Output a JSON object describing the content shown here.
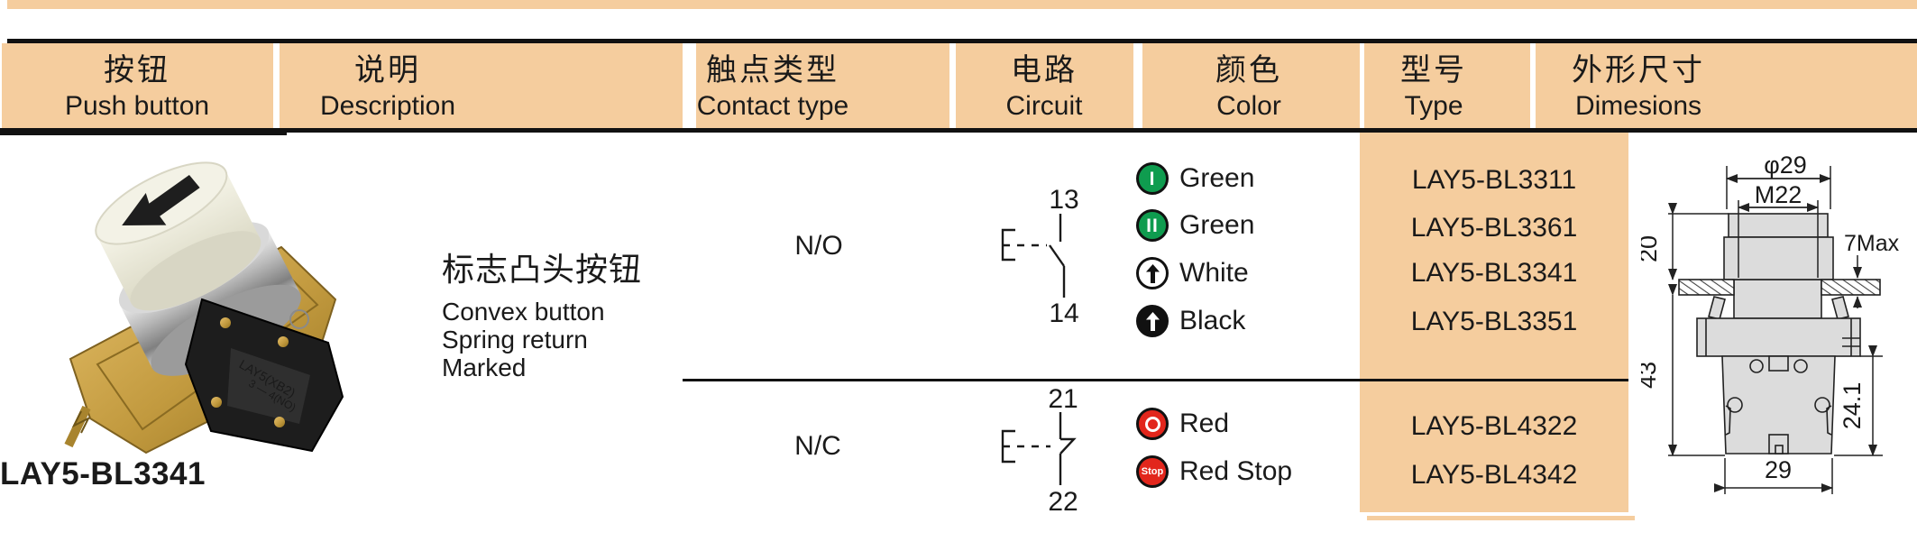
{
  "palette": {
    "header_bg": "#F5CD9E",
    "line": "#111111",
    "green": "#0F9C4F",
    "red": "#E2261C",
    "icon_black": "#111111",
    "icon_white": "#FFFFFF",
    "drawing_gray": "#DCDCDC"
  },
  "header": {
    "columns": [
      {
        "zh": "按钮",
        "en": "Push button"
      },
      {
        "zh": "说明",
        "en": "Description"
      },
      {
        "zh": "触点类型",
        "en": "Contact type"
      },
      {
        "zh": "电路",
        "en": "Circuit"
      },
      {
        "zh": "颜色",
        "en": "Color"
      },
      {
        "zh": "型号",
        "en": "Type"
      },
      {
        "zh": "外形尺寸",
        "en": "Dimesions"
      }
    ]
  },
  "product": {
    "model": "LAY5-BL3341",
    "description_zh": "标志凸头按钮",
    "description_en": [
      "Convex button",
      "Spring return",
      "Marked"
    ]
  },
  "sections": [
    {
      "contact_type": "N/O",
      "circuit": {
        "symbol": "normally-open",
        "top_terminal": "13",
        "bottom_terminal": "14"
      },
      "colors": [
        {
          "label": "Green",
          "icon": "I"
        },
        {
          "label": "Green",
          "icon": "II"
        },
        {
          "label": "White",
          "icon": "arrow-up"
        },
        {
          "label": "Black",
          "icon": "arrow-up"
        }
      ],
      "types": [
        "LAY5-BL3311",
        "LAY5-BL3361",
        "LAY5-BL3341",
        "LAY5-BL3351"
      ]
    },
    {
      "contact_type": "N/C",
      "circuit": {
        "symbol": "normally-closed",
        "top_terminal": "21",
        "bottom_terminal": "22"
      },
      "colors": [
        {
          "label": "Red",
          "icon": "ring"
        },
        {
          "label": "Red Stop",
          "icon": "Stop"
        }
      ],
      "types": [
        "LAY5-BL4322",
        "LAY5-BL4342"
      ]
    }
  ],
  "dimensions": {
    "cap_diameter": "φ29",
    "thread": "M22",
    "height_above_panel": "20",
    "panel_thickness": "7Max",
    "depth_below_panel": "43",
    "body_height": "24.1",
    "body_width": "29"
  }
}
